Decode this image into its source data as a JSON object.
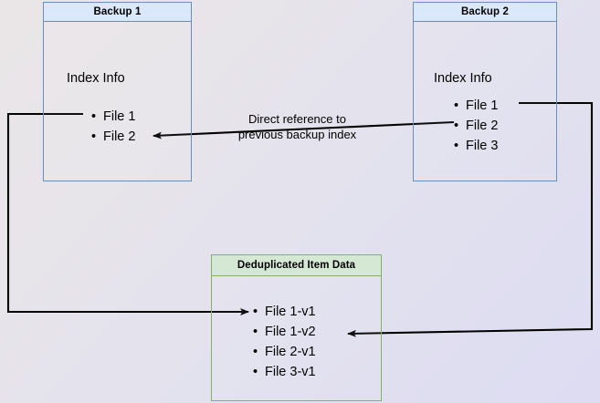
{
  "diagram": {
    "background_start": "#eae6e8",
    "background_end": "#dddcf2",
    "accent_blue_fill": "#dae8fc",
    "accent_blue_stroke": "#6c8ebf",
    "accent_green_fill": "#d5e8d4",
    "accent_green_stroke": "#82b366",
    "line_color": "#000000"
  },
  "backup1": {
    "title": "Backup 1",
    "index_label": "Index Info",
    "files": [
      {
        "label": "File 1"
      },
      {
        "label": "File 2"
      }
    ]
  },
  "backup2": {
    "title": "Backup 2",
    "index_label": "Index Info",
    "files": [
      {
        "label": "File 1"
      },
      {
        "label": "File 2"
      },
      {
        "label": "File 3"
      }
    ]
  },
  "dedup": {
    "title": "Deduplicated Item Data",
    "files": [
      {
        "label": "File 1-v1"
      },
      {
        "label": "File 1-v2"
      },
      {
        "label": "File 2-v1"
      },
      {
        "label": "File 3-v1"
      }
    ]
  },
  "connectors": {
    "reference_label": "Direct reference to\nprevious backup index",
    "backup1_to_dedup": "Backup 1 File 1 to File 1-v1",
    "backup2_to_dedup": "Backup 2 File 1 to File 1-v2"
  }
}
